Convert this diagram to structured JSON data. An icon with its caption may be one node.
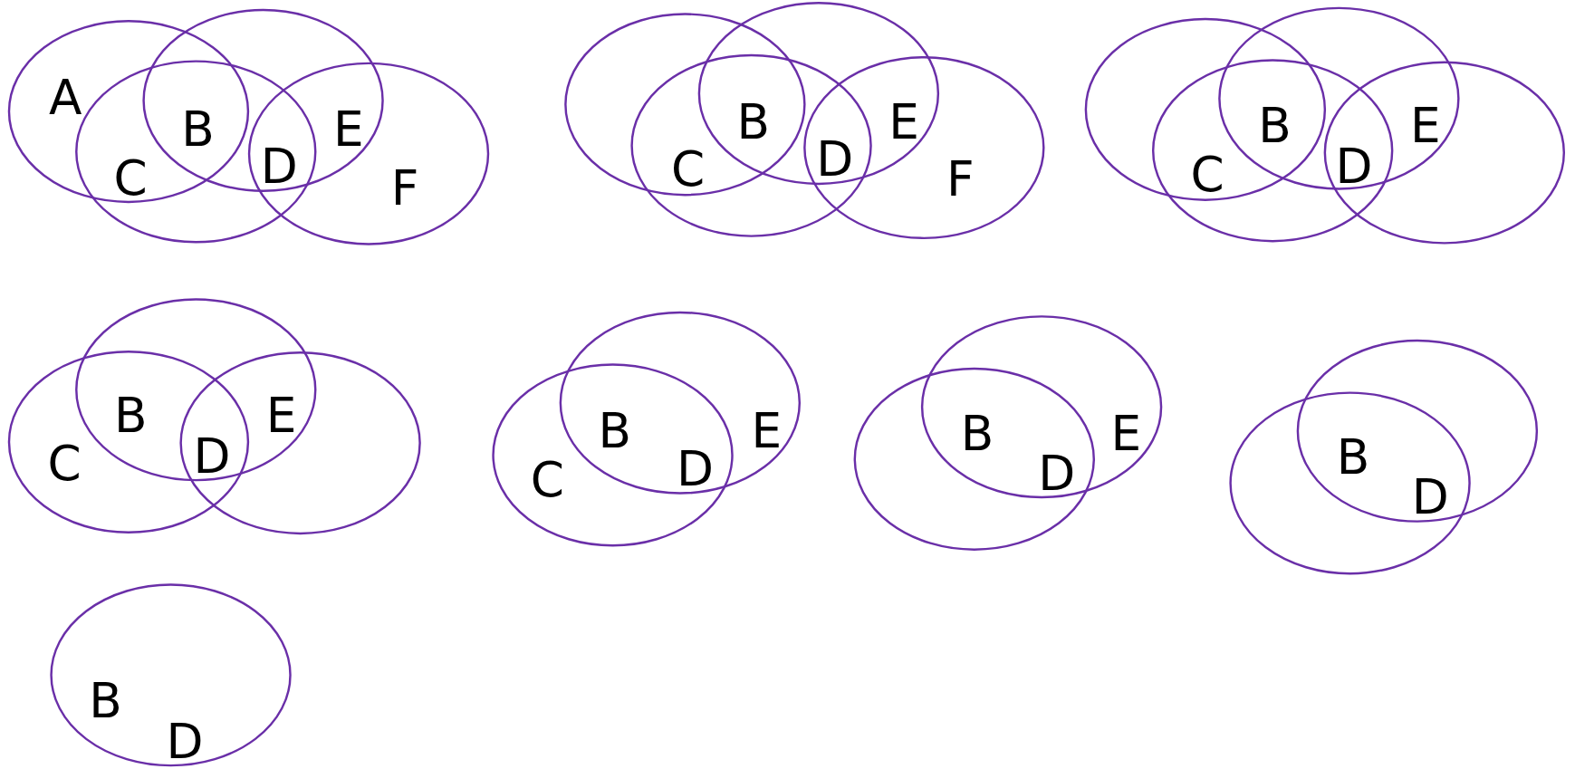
{
  "diagram": {
    "labels": [
      "A",
      "B",
      "E",
      "D",
      "C",
      "F",
      "B",
      "E",
      "D",
      "C",
      "F",
      "B",
      "E",
      "D",
      "C",
      "B",
      "E",
      "D",
      "C",
      "B",
      "E",
      "D",
      "C",
      "B",
      "E",
      "D",
      "B",
      "D",
      "B",
      "D"
    ]
  }
}
